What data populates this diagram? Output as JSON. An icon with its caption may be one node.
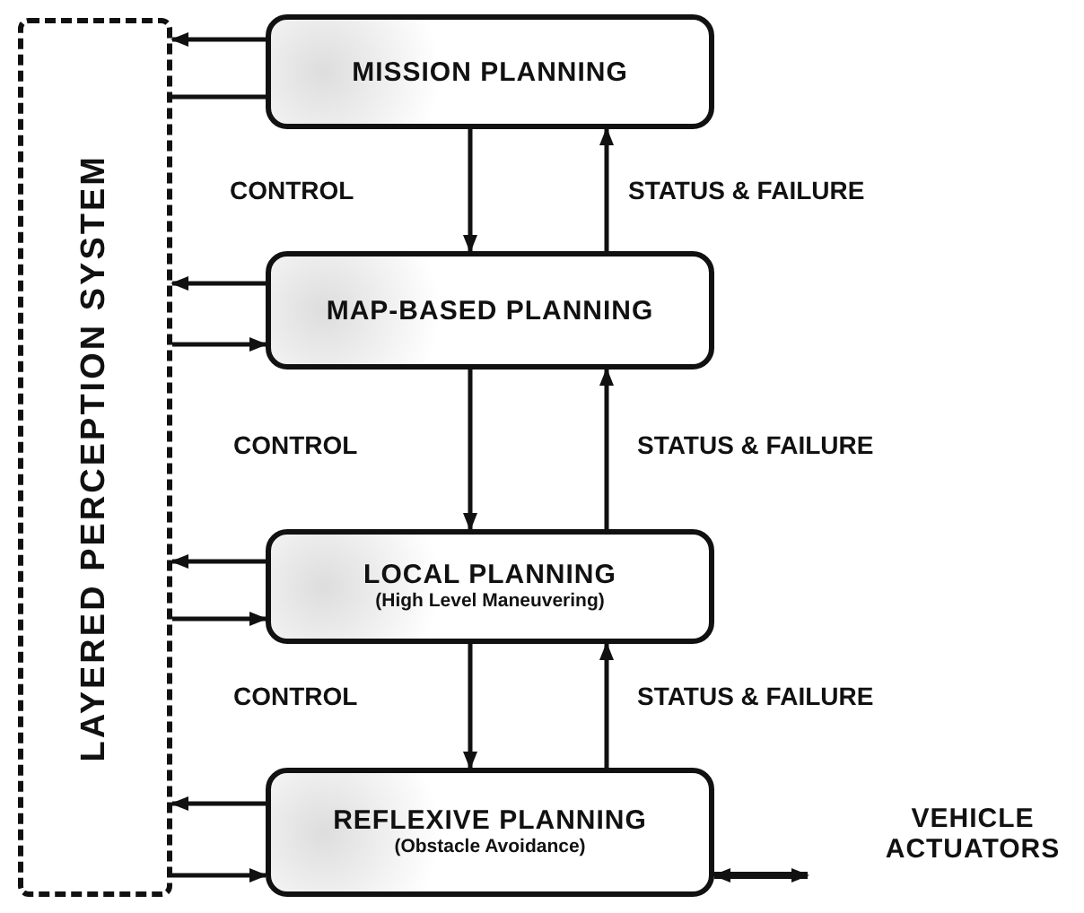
{
  "diagram": {
    "nodes": [
      {
        "text": [
          "LAYERED PERCEPTION SYSTEM"
        ]
      },
      {
        "text": [
          "MISSION PLANNING"
        ]
      },
      {
        "text": [
          "MAP-BASED PLANNING"
        ]
      },
      {
        "text": [
          "LOCAL PLANNING",
          "(High Level Maneuvering)"
        ]
      },
      {
        "text": [
          "REFLEXIVE PLANNING",
          "(Obstacle Avoidance)"
        ]
      },
      {
        "text": [
          "VEHICLE ACTUATORS"
        ]
      }
    ],
    "edges": [
      {
        "from": 1,
        "to": 0,
        "arrow": "to"
      },
      {
        "from": 0,
        "to": 1,
        "arrow": "none"
      },
      {
        "from": 2,
        "to": 0,
        "arrow": "to"
      },
      {
        "from": 0,
        "to": 2,
        "arrow": "to"
      },
      {
        "from": 3,
        "to": 0,
        "arrow": "to"
      },
      {
        "from": 0,
        "to": 3,
        "arrow": "to"
      },
      {
        "from": 4,
        "to": 0,
        "arrow": "to"
      },
      {
        "from": 0,
        "to": 4,
        "arrow": "to"
      },
      {
        "from": 1,
        "to": 2,
        "arrow": "to",
        "label": "CONTROL"
      },
      {
        "from": 2,
        "to": 1,
        "arrow": "to",
        "label": "STATUS & FAILURE"
      },
      {
        "from": 2,
        "to": 3,
        "arrow": "to",
        "label": "CONTROL"
      },
      {
        "from": 3,
        "to": 2,
        "arrow": "to",
        "label": "STATUS & FAILURE"
      },
      {
        "from": 3,
        "to": 4,
        "arrow": "to",
        "label": "CONTROL"
      },
      {
        "from": 4,
        "to": 3,
        "arrow": "to",
        "label": "STATUS & FAILURE"
      },
      {
        "from": 4,
        "to": 5,
        "arrow": "both"
      }
    ]
  }
}
